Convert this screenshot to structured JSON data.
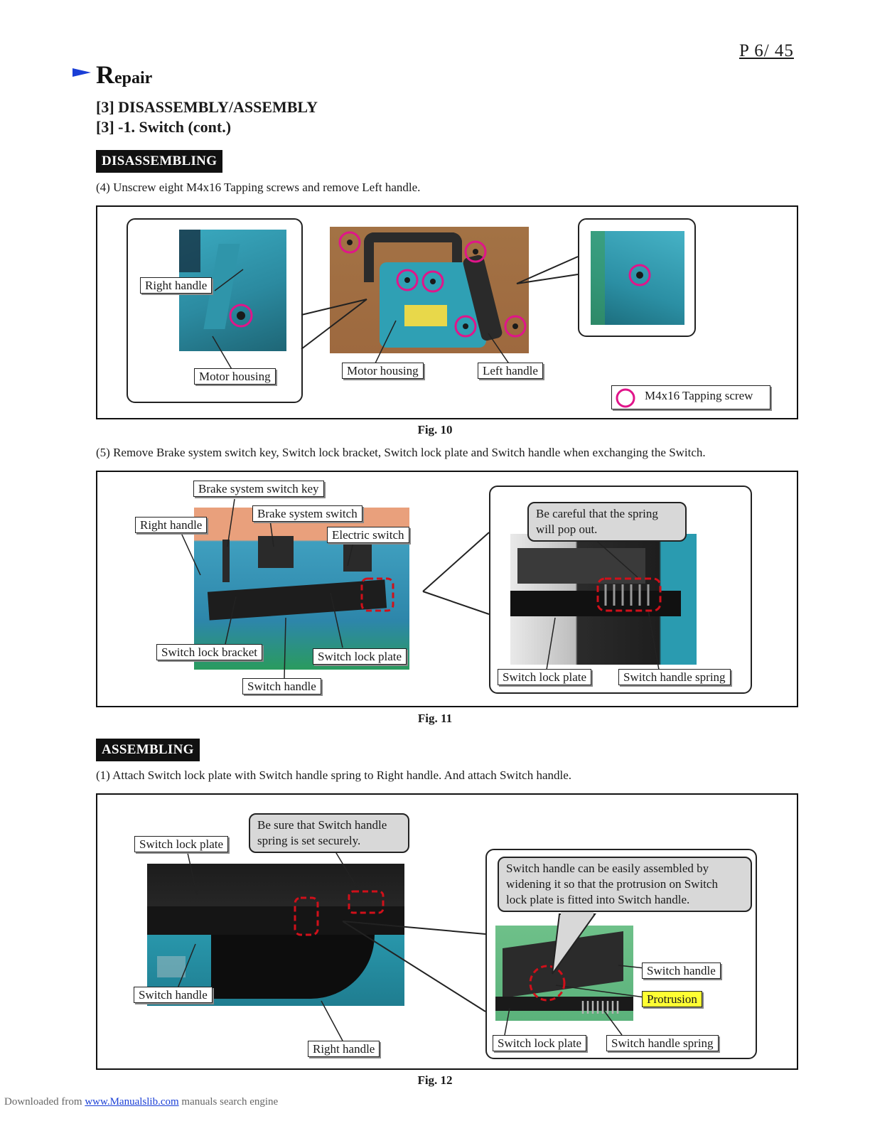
{
  "header": {
    "page_number": "P 6/ 45"
  },
  "section": {
    "title_initial": "R",
    "title_rest": "epair"
  },
  "headings": {
    "main": "[3] DISASSEMBLY/ASSEMBLY",
    "sub": "[3] -1. Switch (cont.)"
  },
  "disassembling": {
    "banner": "DISASSEMBLING",
    "step4": "(4) Unscrew eight M4x16 Tapping screws and remove Left handle.",
    "fig10": {
      "caption": "Fig. 10",
      "labels": {
        "right_handle": "Right handle",
        "motor_housing_inset": "Motor housing",
        "motor_housing": "Motor housing",
        "left_handle": "Left handle"
      },
      "legend": "M4x16 Tapping screw"
    },
    "step5": "(5) Remove Brake system switch key, Switch lock bracket, Switch lock plate and Switch handle when exchanging the Switch.",
    "fig11": {
      "caption": "Fig. 11",
      "labels": {
        "brake_system_switch_key": "Brake system switch key",
        "brake_system_switch": "Brake system switch",
        "right_handle": "Right handle",
        "electric_switch": "Electric switch",
        "switch_lock_bracket": "Switch lock bracket",
        "switch_lock_plate": "Switch lock plate",
        "switch_handle": "Switch handle",
        "inset_switch_lock_plate": "Switch lock plate",
        "inset_switch_handle_spring": "Switch handle spring"
      },
      "note": [
        "Be careful that the spring",
        "will pop out."
      ]
    }
  },
  "assembling": {
    "banner": "ASSEMBLING",
    "step1": "(1) Attach Switch lock plate with Switch handle spring to Right handle. And attach Switch handle.",
    "fig12": {
      "caption": "Fig. 12",
      "labels": {
        "switch_lock_plate": "Switch lock plate",
        "switch_handle": "Switch handle",
        "right_handle": "Right handle",
        "inset_switch_handle": "Switch handle",
        "protrusion": "Protrusion",
        "inset_switch_lock_plate": "Switch lock plate",
        "inset_switch_handle_spring": "Switch handle spring"
      },
      "note_left": [
        "Be sure that Switch handle",
        "spring is set securely."
      ],
      "note_right": [
        "Switch handle can be easily assembled by",
        "widening it so that the protrusion on Switch",
        "lock plate is fitted into Switch handle."
      ]
    }
  },
  "footer": {
    "prefix": "Downloaded from ",
    "link": "www.Manualslib.com",
    "suffix": " manuals search engine"
  },
  "colors": {
    "accent_blue": "#1a3fd6",
    "screw_marker": "#e0158a",
    "highlight_dash": "#d0101a",
    "protrusion_bg": "#ffff33",
    "tool_teal": "#2a9bb0"
  }
}
